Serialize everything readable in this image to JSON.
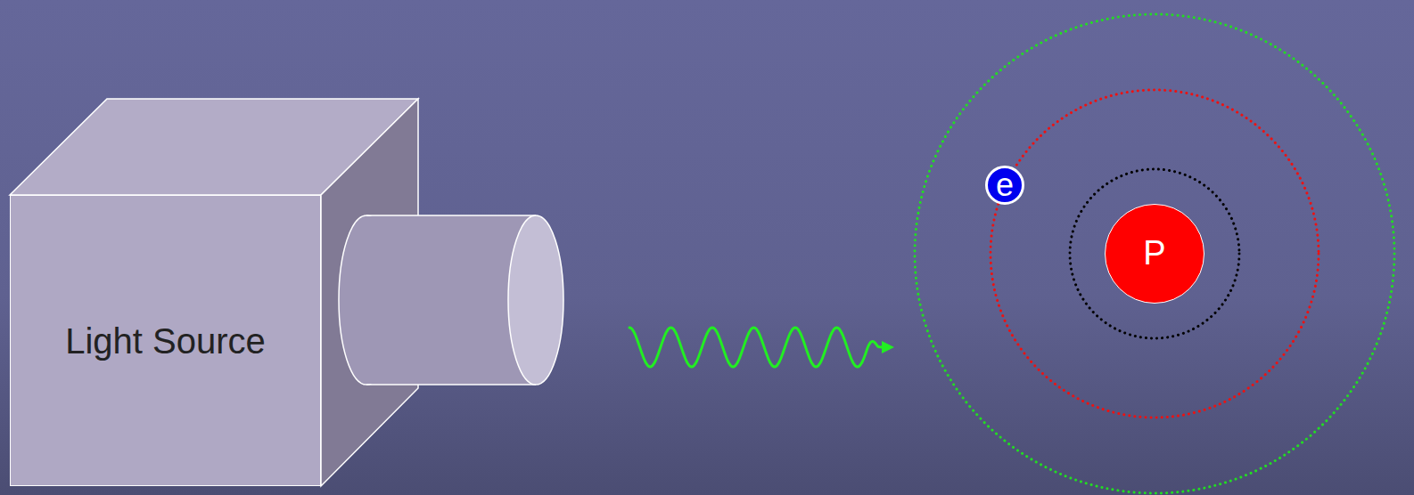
{
  "diagram": {
    "nodes": [
      {
        "text": [
          "Light Source"
        ]
      },
      {
        "text": [
          "e"
        ]
      },
      {
        "text": [
          "P"
        ]
      }
    ]
  }
}
